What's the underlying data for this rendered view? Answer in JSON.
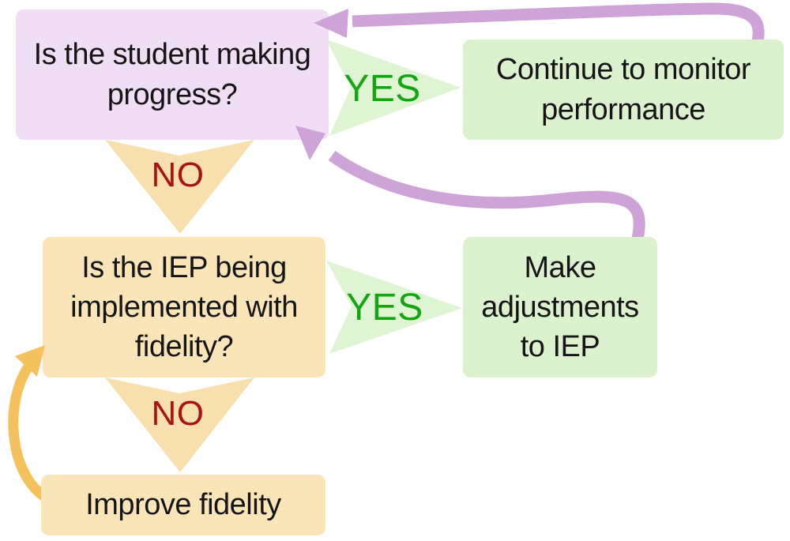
{
  "diagram": {
    "boxes": {
      "progress": "Is the student making progress?",
      "monitor": "Continue to monitor performance",
      "fidelity": "Is the IEP being implemented with fidelity?",
      "adjust": "Make adjustments to IEP",
      "improve": "Improve fidelity"
    },
    "connectors": {
      "progress_yes": "YES",
      "progress_no": "NO",
      "fidelity_yes": "YES",
      "fidelity_no": "NO"
    }
  },
  "colors": {
    "purple_box": "#F0DEF4",
    "green_box": "#DCF2CF",
    "orange_box": "#FAE5B9",
    "yes_tri": "#DEF4D2",
    "no_tri": "#F8E0AE",
    "yes_text": "#13A513",
    "no_text": "#AA1313",
    "purple_arrow": "#CEA3D8",
    "orange_arrow": "#F5C15C",
    "text": "#151515",
    "background": "#FFFFFF"
  }
}
